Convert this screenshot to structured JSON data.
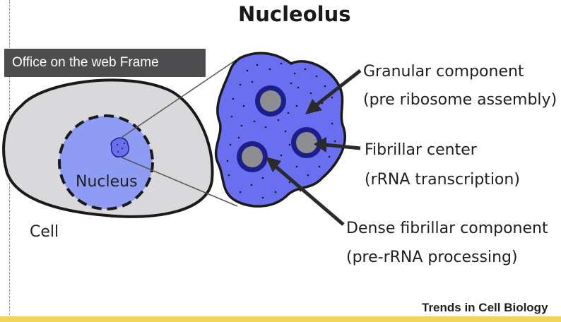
{
  "frame": {
    "tooltip_label": "Office on the web Frame"
  },
  "figure": {
    "title": "Nucleolus",
    "labels": {
      "cell": "Cell",
      "nucleus": "Nucleus",
      "granular_component": "Granular component",
      "granular_component_note": "(pre ribosome assembly)",
      "fibrillar_center": "Fibrillar center",
      "fibrillar_center_note": "(rRNA transcription)",
      "dense_fibrillar_component": "Dense fibrillar component",
      "dense_fibrillar_component_note": "(pre-rRNA processing)"
    },
    "credit": "Trends in Cell Biology",
    "colors": {
      "cell_fill": "#d9d9db",
      "nucleus_fill": "#8e9cf4",
      "nucleolus_fill": "#6a6ef0",
      "fibrillar_ring": "#1c1f8a",
      "fibrillar_core": "#8d8d92",
      "accent_bar": "#f0d45a"
    }
  }
}
